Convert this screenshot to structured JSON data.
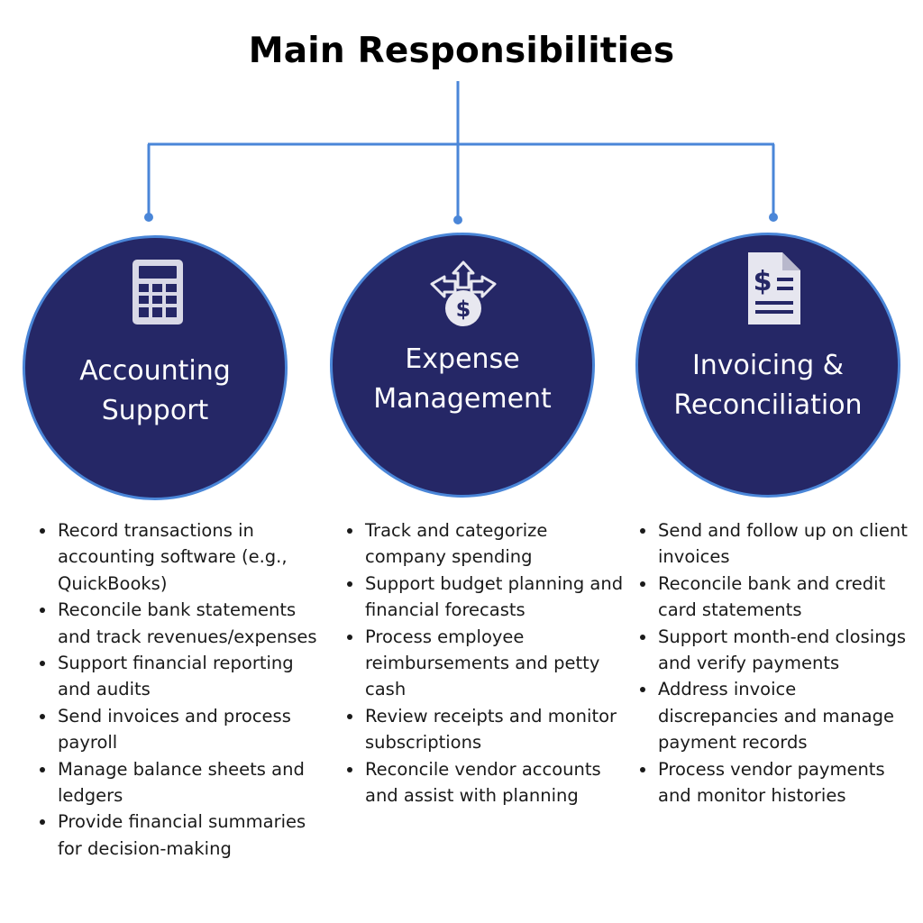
{
  "title": "Main Responsibilities",
  "colors": {
    "circle_fill": "#252766",
    "circle_ring": "#4a86d8",
    "connector": "#4a86d8"
  },
  "columns": [
    {
      "icon": "calculator-icon",
      "heading": [
        "Accounting",
        "Support"
      ],
      "items": [
        "Record transactions in accounting software (e.g., QuickBooks)",
        "Reconcile bank statements and track revenues/expenses",
        "Support financial reporting and audits",
        "Send invoices and process payroll",
        "Manage balance sheets and ledgers",
        "Provide financial summaries for decision-making"
      ]
    },
    {
      "icon": "money-flow-icon",
      "heading": [
        "Expense",
        "Management"
      ],
      "items": [
        "Track and categorize company spending",
        "Support budget planning and financial forecasts",
        "Process employee reimbursements and petty cash",
        "Review receipts and monitor subscriptions",
        "Reconcile vendor accounts and assist with planning"
      ]
    },
    {
      "icon": "invoice-document-icon",
      "heading": [
        "Invoicing &",
        "Reconciliation"
      ],
      "items": [
        "Send and follow up on client invoices",
        "Reconcile bank and credit card statements",
        "Support month-end closings and verify payments",
        "Address invoice discrepancies and manage payment records",
        "Process vendor payments and monitor histories"
      ]
    }
  ]
}
